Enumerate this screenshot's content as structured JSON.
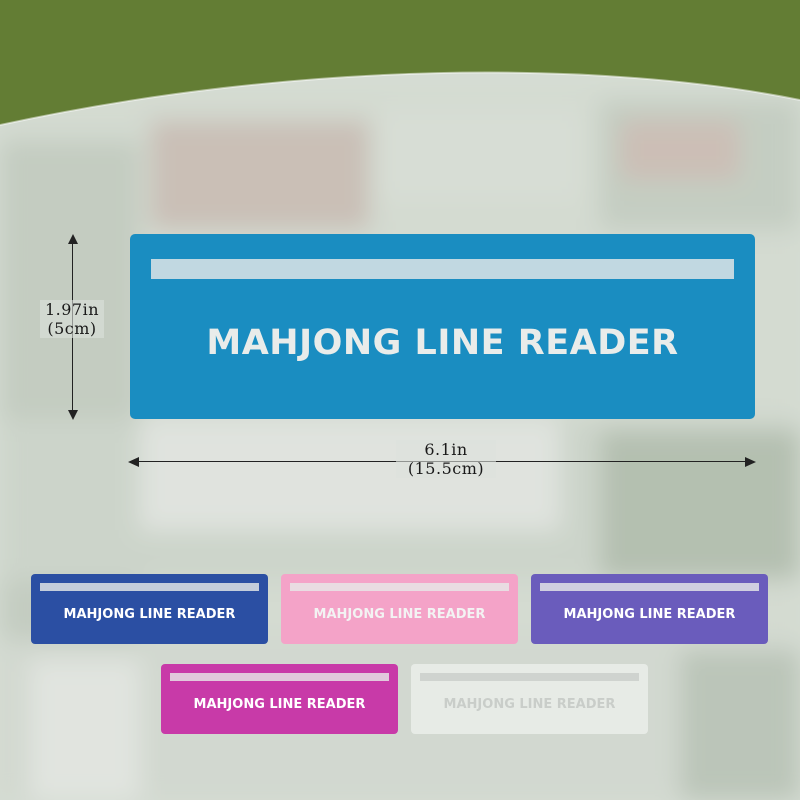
{
  "background": {
    "banner_color": "#637d34",
    "photo_tint": "#dfe3de"
  },
  "main_reader": {
    "label": "MAHJONG LINE READER",
    "color": "#1a8dc1"
  },
  "dimensions": {
    "height_in": "1.97in",
    "height_cm": "(5cm)",
    "width_in": "6.1in",
    "width_cm": "(15.5cm)"
  },
  "variants": [
    {
      "label": "MAHJONG LINE READER",
      "color": "#2b4fa3",
      "text_color": "#ffffff"
    },
    {
      "label": "MAHJONG LINE READER",
      "color": "#f4a3c8",
      "text_color": "#f3f3f3"
    },
    {
      "label": "MAHJONG LINE READER",
      "color": "#6a5cbc",
      "text_color": "#ffffff"
    },
    {
      "label": "MAHJONG LINE READER",
      "color": "#c83aa8",
      "text_color": "#ffffff"
    },
    {
      "label": "MAHJONG LINE READER",
      "color": "#e7ebe6",
      "text_color": "#c9cdc9"
    }
  ]
}
